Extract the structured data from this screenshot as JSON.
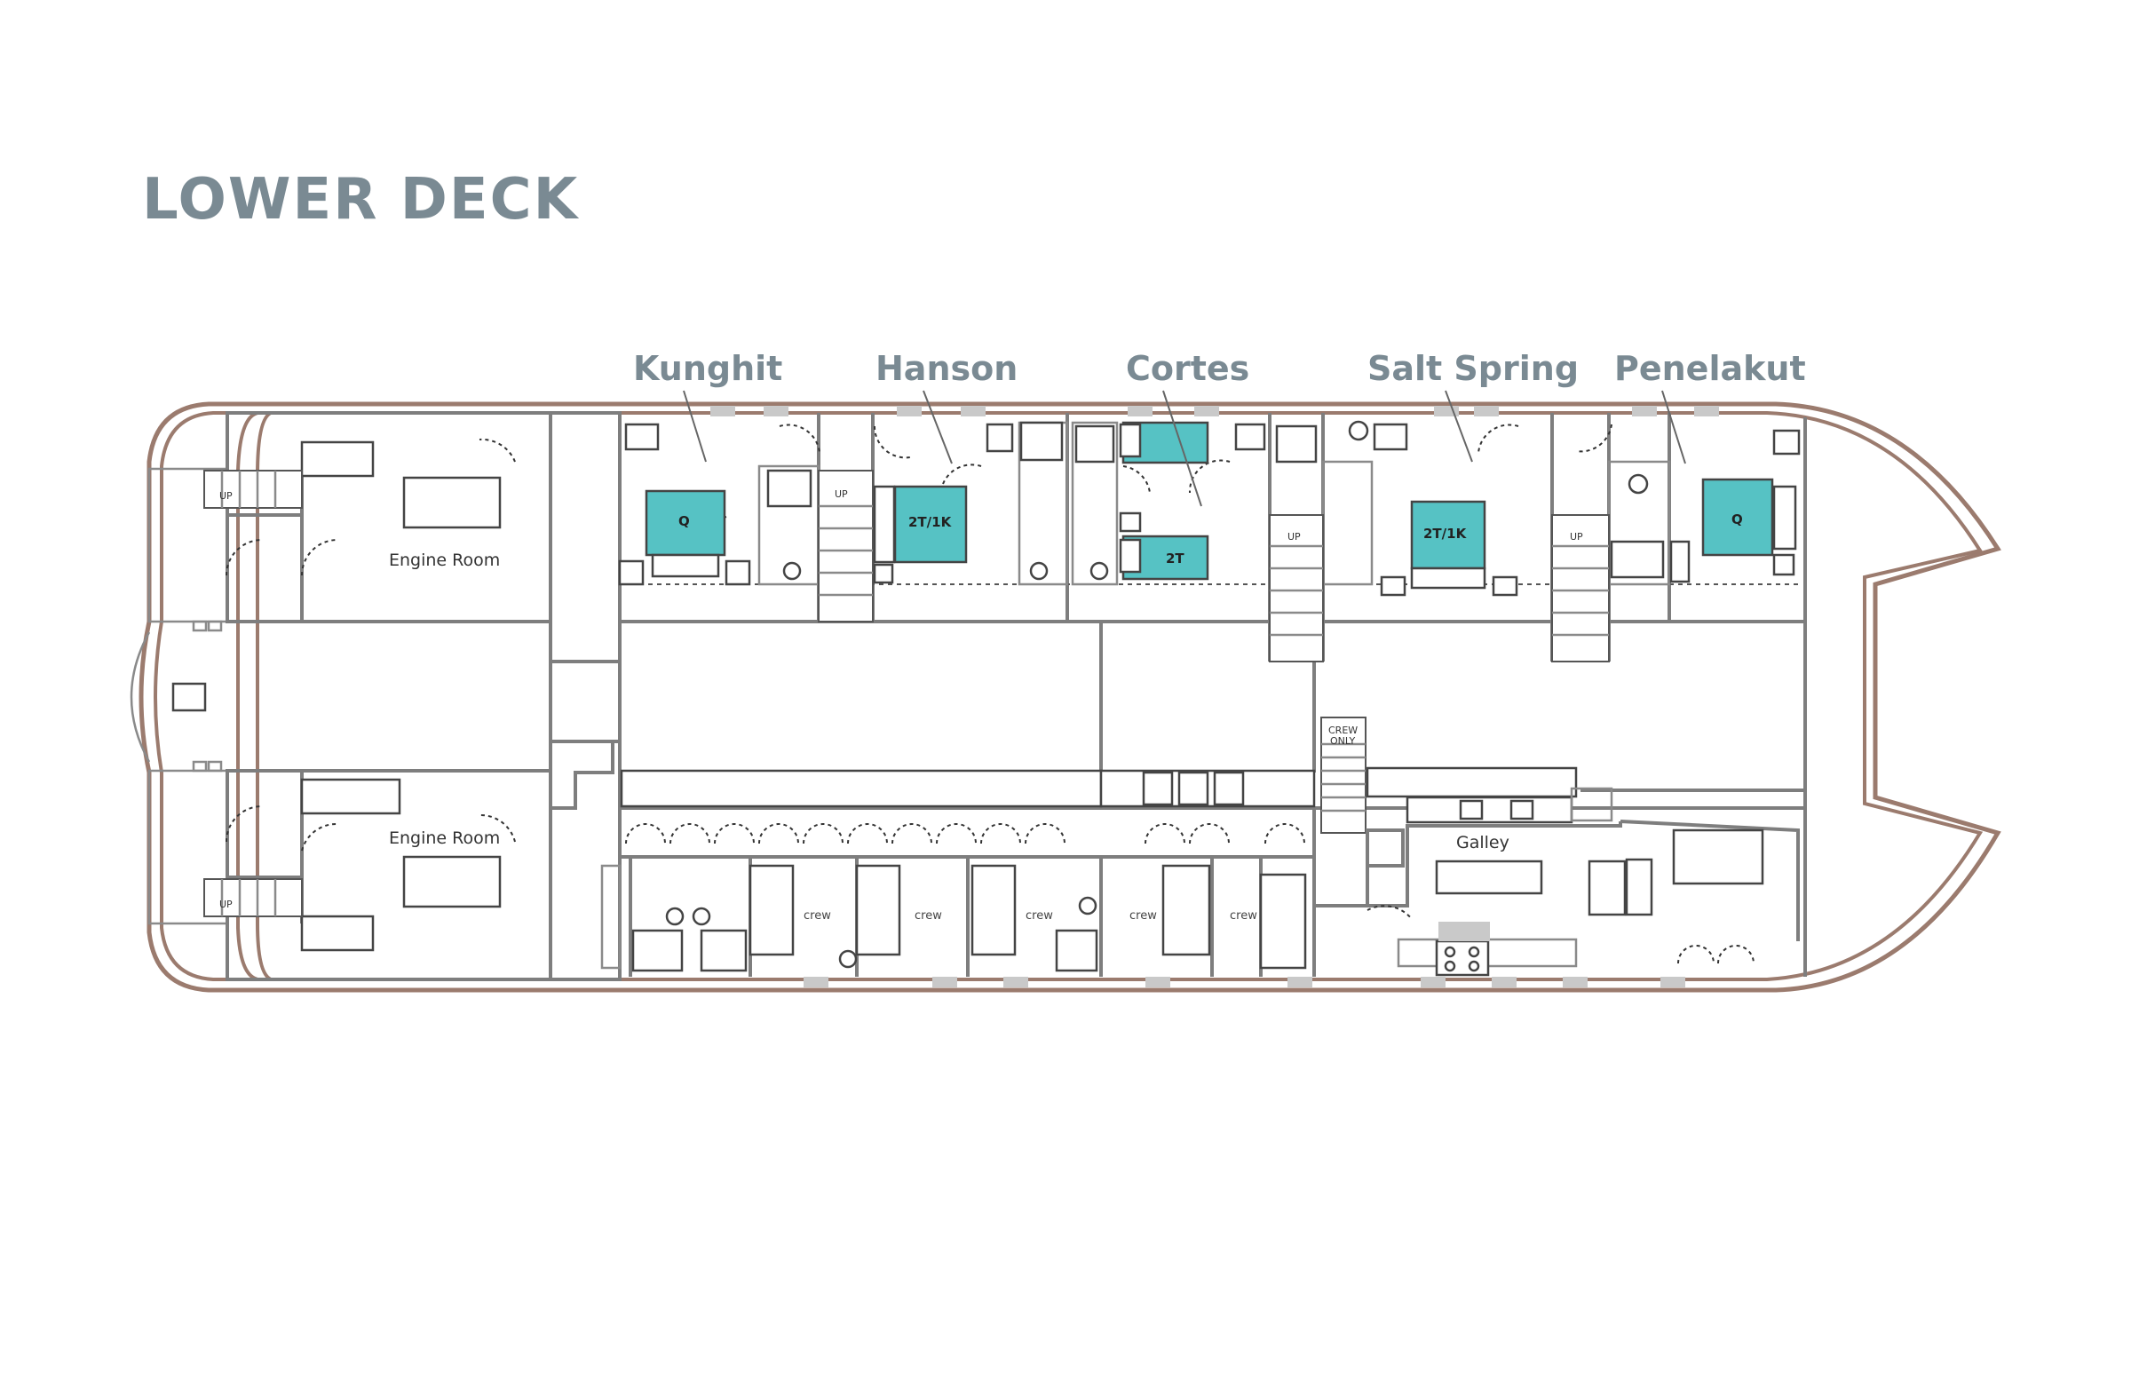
{
  "deck_title": "LOWER DECK",
  "cabins": [
    {
      "name": "Kunghit",
      "bed": "Q"
    },
    {
      "name": "Hanson",
      "bed": "2T/1K"
    },
    {
      "name": "Cortes",
      "bed": "2T"
    },
    {
      "name": "Salt Spring",
      "bed": "2T/1K"
    },
    {
      "name": "Penelakut",
      "bed": "Q"
    }
  ],
  "rooms": {
    "engine_room": "Engine Room",
    "galley": "Galley"
  },
  "crew_label": "crew",
  "stair_up": "UP",
  "crew_only": [
    "CREW",
    "ONLY"
  ],
  "colors": {
    "hull": "#9b7b6e",
    "walls": "#7e7e7e",
    "beds": "#56c2c4",
    "title": "#7a8a93"
  }
}
